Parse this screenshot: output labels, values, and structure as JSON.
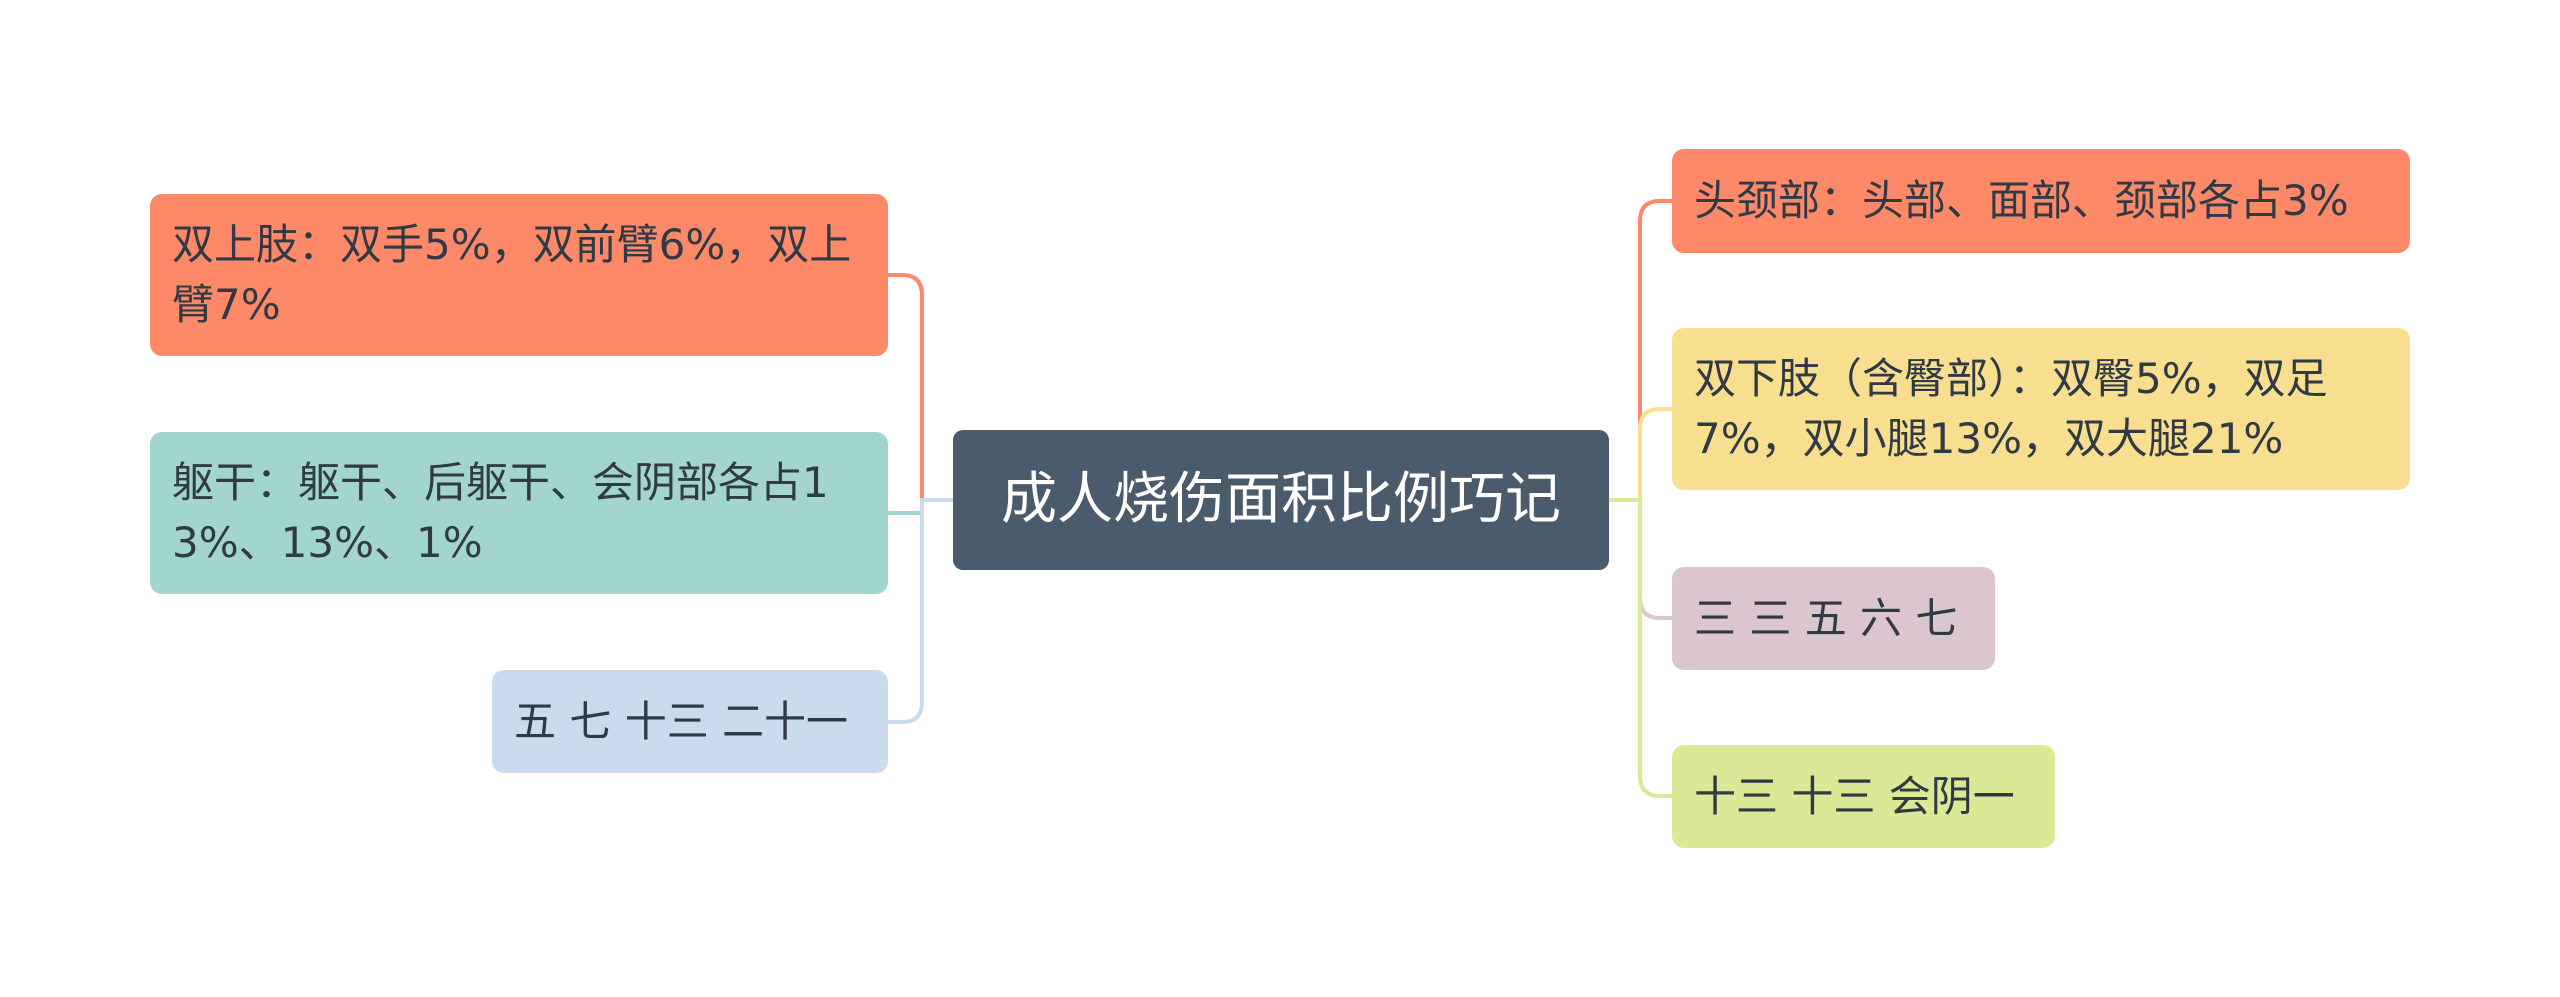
{
  "center": {
    "title": "成人烧伤面积比例巧记"
  },
  "left_branches": [
    {
      "text": "双上肢：双手5%，双前臂6%，双上臂7%",
      "color": "#fe8969"
    },
    {
      "text": "躯干：躯干、后躯干、会阴部各占13%、13%、1%",
      "color": "#a3d5cf"
    },
    {
      "text": "五 七 十三 二十一",
      "color": "#cadbee"
    }
  ],
  "right_branches": [
    {
      "text": "头颈部：头部、面部、颈部各占3%",
      "color": "#fe8969"
    },
    {
      "text": "双下肢（含臀部）：双臀5%，双足7%，双小腿13%，双大腿21%",
      "color": "#f7df8f"
    },
    {
      "text": "三 三 五 六 七",
      "color": "#dbc5cf"
    },
    {
      "text": "十三 十三 会阴一",
      "color": "#dbe895"
    }
  ]
}
